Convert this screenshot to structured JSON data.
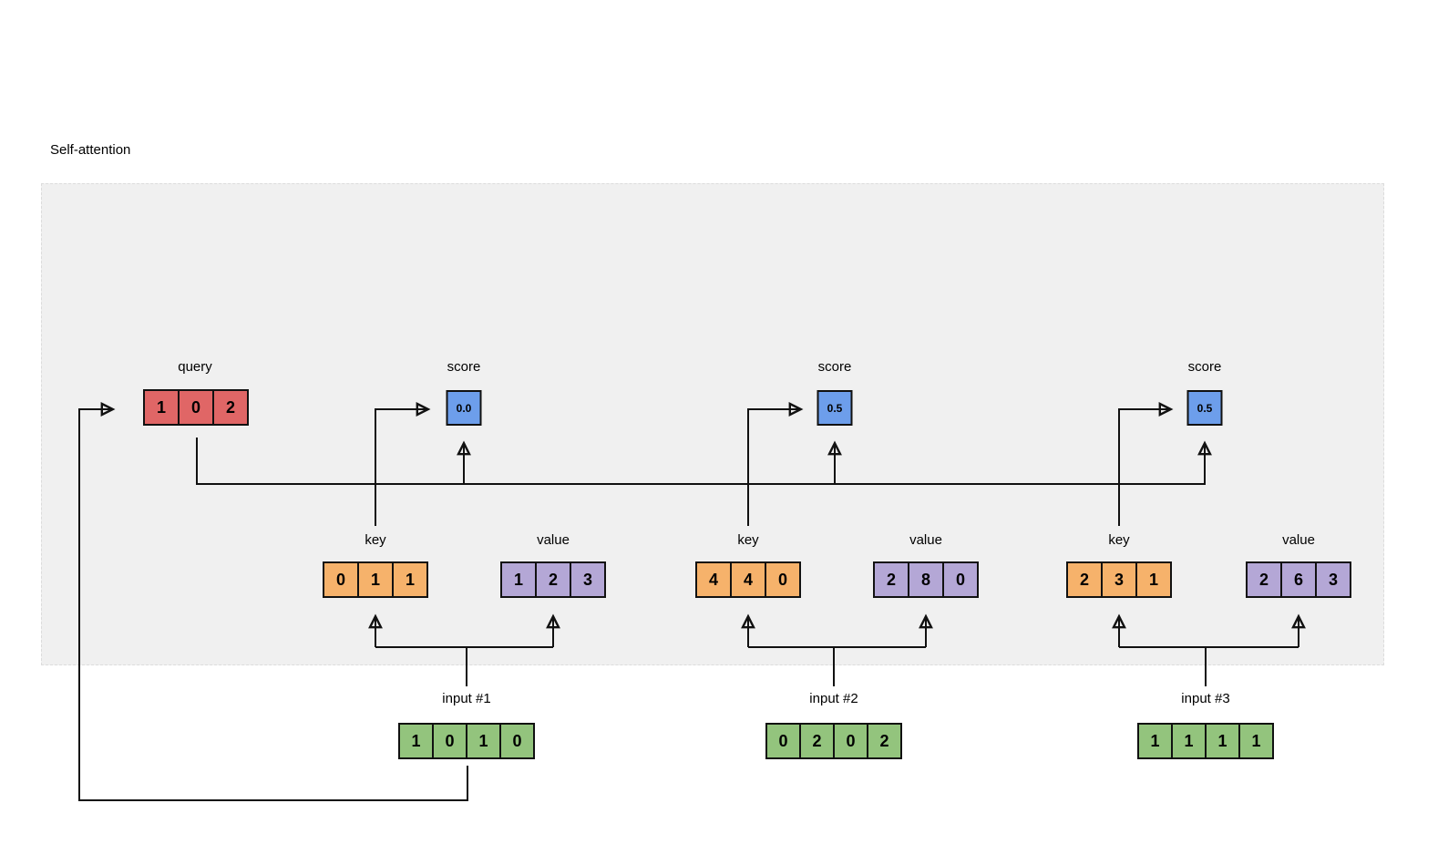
{
  "title": "Self-attention",
  "colors": {
    "query": "#e06666",
    "key": "#f6b26b",
    "value": "#b4a7d6",
    "input": "#93c47d",
    "score": "#6d9eeb",
    "panel": "#f0f0f0",
    "line": "#111111"
  },
  "query": {
    "label": "query",
    "values": [
      "1",
      "0",
      "2"
    ]
  },
  "groups": [
    {
      "score": {
        "label": "score",
        "value": "0.0"
      },
      "key": {
        "label": "key",
        "values": [
          "0",
          "1",
          "1"
        ]
      },
      "value": {
        "label": "value",
        "values": [
          "1",
          "2",
          "3"
        ]
      },
      "input": {
        "label": "input #1",
        "values": [
          "1",
          "0",
          "1",
          "0"
        ]
      }
    },
    {
      "score": {
        "label": "score",
        "value": "0.5"
      },
      "key": {
        "label": "key",
        "values": [
          "4",
          "4",
          "0"
        ]
      },
      "value": {
        "label": "value",
        "values": [
          "2",
          "8",
          "0"
        ]
      },
      "input": {
        "label": "input #2",
        "values": [
          "0",
          "2",
          "0",
          "2"
        ]
      }
    },
    {
      "score": {
        "label": "score",
        "value": "0.5"
      },
      "key": {
        "label": "key",
        "values": [
          "2",
          "3",
          "1"
        ]
      },
      "value": {
        "label": "value",
        "values": [
          "2",
          "6",
          "3"
        ]
      },
      "input": {
        "label": "input #3",
        "values": [
          "1",
          "1",
          "1",
          "1"
        ]
      }
    }
  ]
}
